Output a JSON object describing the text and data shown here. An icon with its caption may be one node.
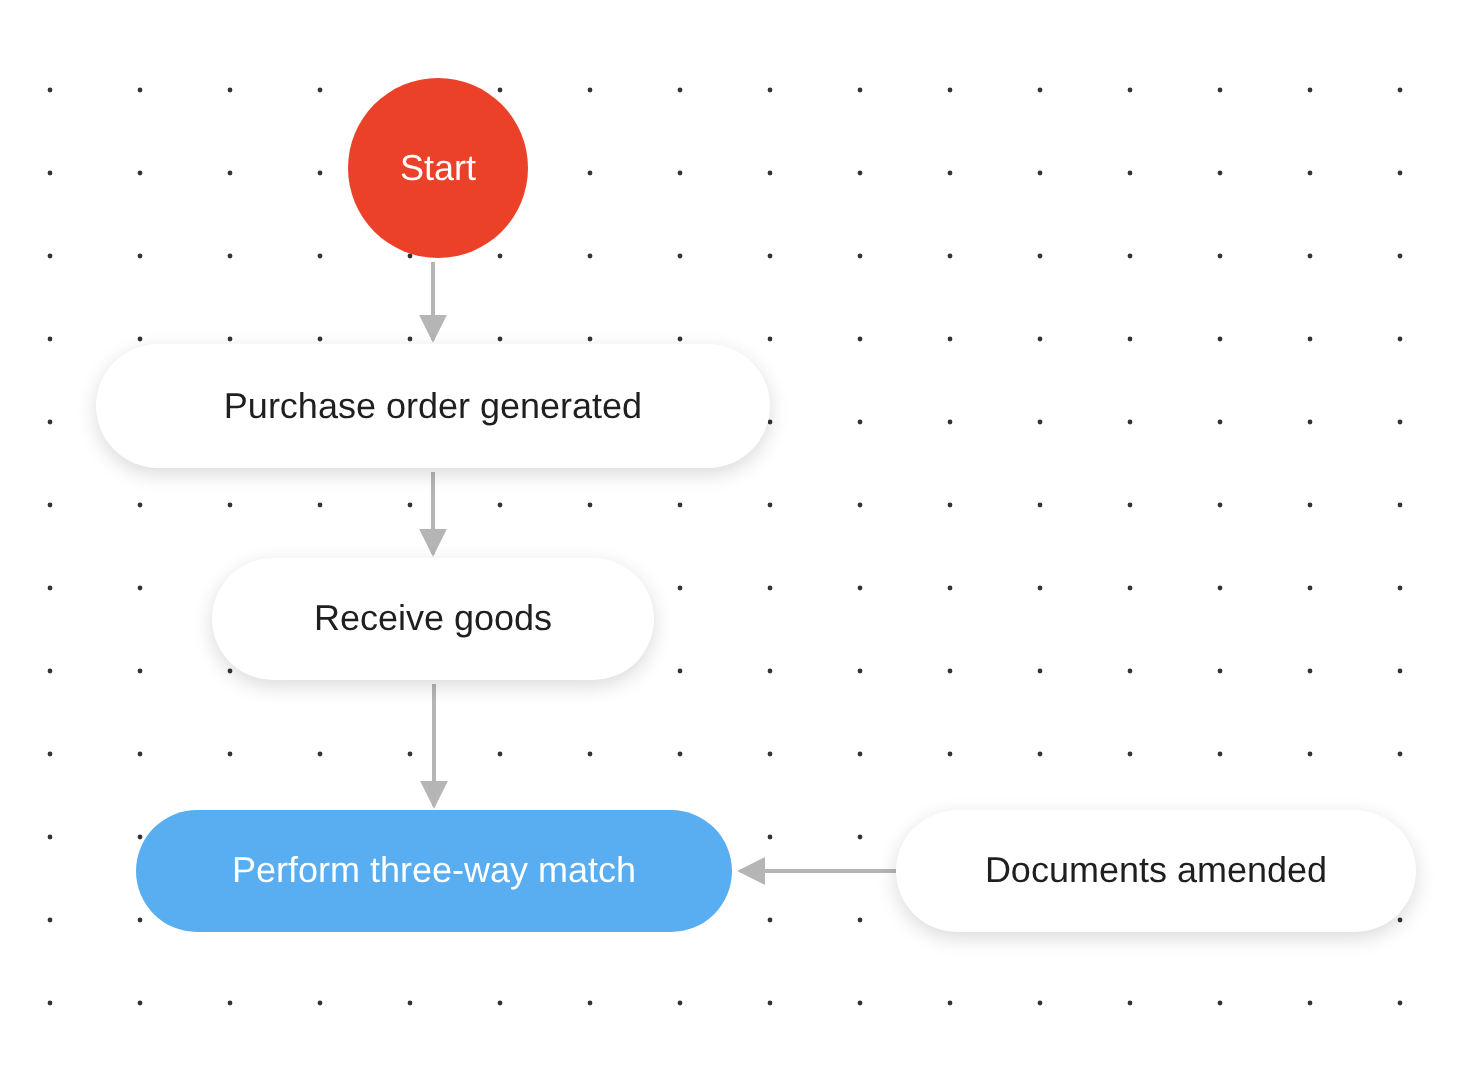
{
  "diagram": {
    "nodes": [
      {
        "text": [
          "Start"
        ]
      },
      {
        "text": [
          "Purchase order generated"
        ]
      },
      {
        "text": [
          "Receive goods"
        ]
      },
      {
        "text": [
          "Perform three-way match"
        ]
      },
      {
        "text": [
          "Documents amended"
        ]
      }
    ],
    "edges": [
      {
        "from": 0,
        "to": 1,
        "arrow": "to"
      },
      {
        "from": 1,
        "to": 2,
        "arrow": "to"
      },
      {
        "from": 2,
        "to": 3,
        "arrow": "to"
      },
      {
        "from": 4,
        "to": 3,
        "arrow": "to"
      }
    ]
  }
}
